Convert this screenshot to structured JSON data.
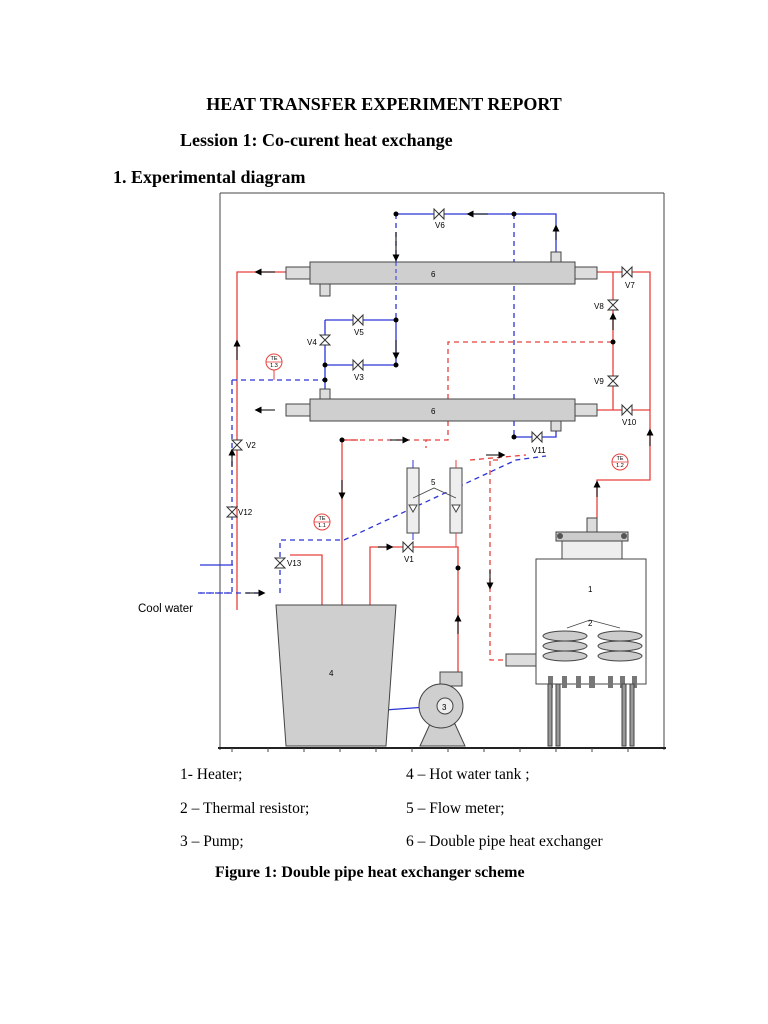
{
  "document": {
    "title": "HEAT TRANSFER EXPERIMENT REPORT",
    "lesson": "Lession 1: Co-curent heat exchange",
    "section": "1.  Experimental diagram"
  },
  "diagram": {
    "labels": {
      "v1": "V1",
      "v2": "V2",
      "v3": "V3",
      "v4": "V4",
      "v5": "V5",
      "v6": "V6",
      "v7": "V7",
      "v8": "V8",
      "v9": "V9",
      "v10": "V10",
      "v11": "V11",
      "v12": "V12",
      "v13": "V13",
      "te_text": "TE",
      "te11": "1.1",
      "te12": "1.2",
      "te13": "1.3",
      "exchanger_top": "6",
      "exchanger_bottom": "6",
      "flow_meter": "5",
      "heater": "1",
      "resistor": "2",
      "tank": "4",
      "pump": "3",
      "cool_water": "Cool water"
    },
    "colors": {
      "hot": "#e8413c",
      "cold": "#2b34d8",
      "equipment": "#cfcfcf",
      "frame": "#333333"
    }
  },
  "legend": {
    "heater": "1- Heater;",
    "thermal_resistor": "2 – Thermal resistor;",
    "pump": "3 – Pump;",
    "hot_water_tank": "4 – Hot water tank ;",
    "flow_meter": "5 – Flow meter;",
    "exchanger": "6 – Double pipe heat exchanger"
  },
  "caption": "Figure 1: Double pipe heat exchanger scheme"
}
